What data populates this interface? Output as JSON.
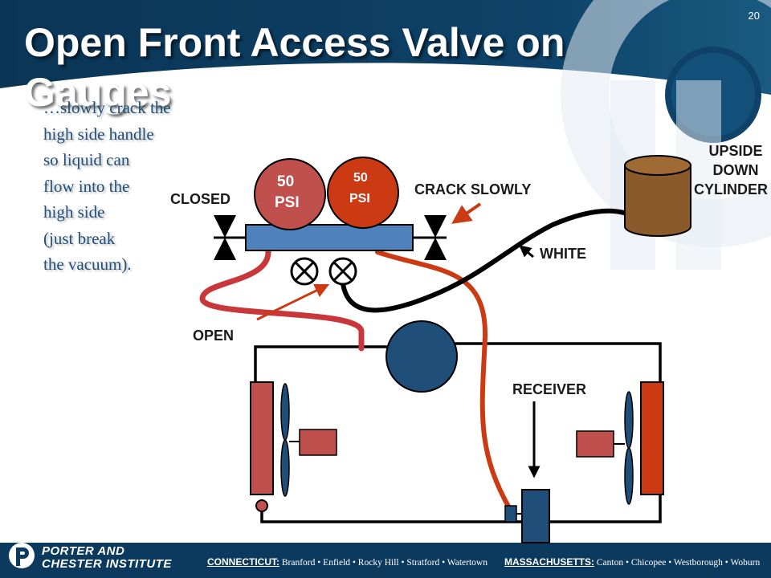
{
  "slide": {
    "title": "Open Front Access Valve on Gauges",
    "number": "20"
  },
  "body_lines": [
    "…slowly crack the",
    "high side handle",
    "so liquid can",
    "flow into the",
    "high side",
    "(just break",
    "the vacuum)."
  ],
  "diagram": {
    "gauge_left": [
      "50",
      "PSI"
    ],
    "gauge_right": [
      "50",
      "PSI"
    ],
    "label_closed": "CLOSED",
    "label_crack_slowly": "CRACK SLOWLY",
    "label_white": "WHITE",
    "label_open": "OPEN",
    "label_receiver": "RECEIVER",
    "cylinder_lines": [
      "UPSIDE",
      "DOWN",
      "CYLINDER"
    ]
  },
  "footer": {
    "logo_line1": "PORTER AND",
    "logo_line2": "CHESTER INSTITUTE",
    "ct_state": "CONNECTICUT:",
    "ct_towns": "Branford • Enfield • Rocky Hill • Stratford • Watertown",
    "ma_state": "MASSACHUSETTS:",
    "ma_towns": "Canton • Chicopee • Westborough • Woburn"
  },
  "colors": {
    "navy": "#0b3a5e",
    "hose_red": "#c8373a",
    "hose_orange": "#cc3a14",
    "manifold_blue": "#4f81bd",
    "compressor_blue": "#1f4e79",
    "cylinder_brown": "#8b5a2b",
    "body_text": "#1f4e79"
  }
}
